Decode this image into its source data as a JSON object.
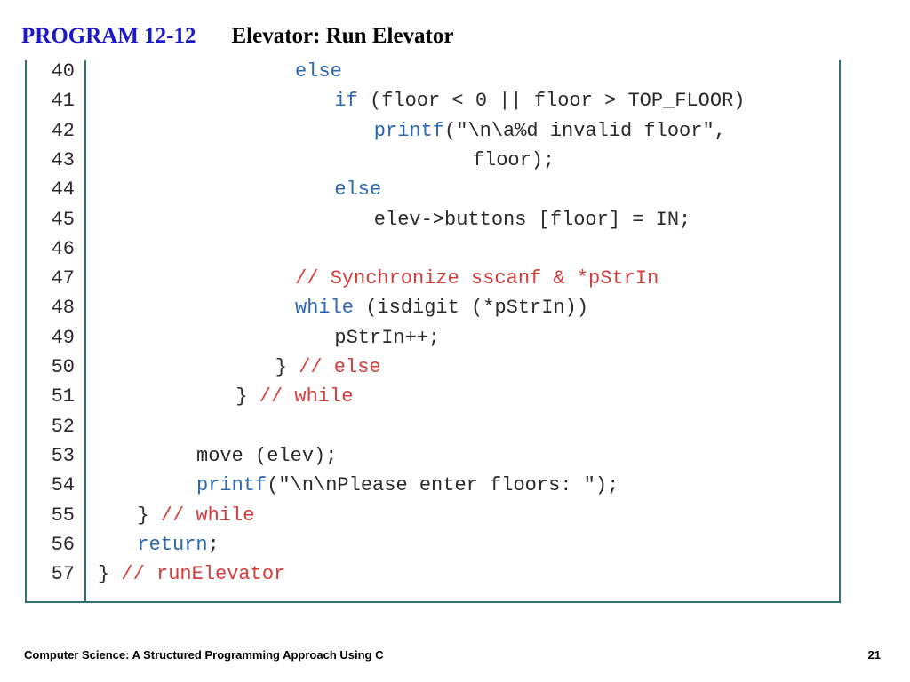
{
  "slide": {
    "program_label": "PROGRAM 12-12",
    "caption": "Elevator: Run Elevator",
    "footer": "Computer Science: A Structured Programming Approach Using C",
    "page_number": "21"
  },
  "code": {
    "lines": [
      {
        "num": "40",
        "indent": 10,
        "tokens": [
          {
            "t": "else",
            "k": "kw"
          }
        ]
      },
      {
        "num": "41",
        "indent": 12,
        "tokens": [
          {
            "t": "if",
            "k": "kw"
          },
          {
            "t": " (floor < 0 || floor > TOP_FLOOR)",
            "k": "tx"
          }
        ]
      },
      {
        "num": "42",
        "indent": 14,
        "tokens": [
          {
            "t": "printf",
            "k": "kw"
          },
          {
            "t": "(\"\\n\\a%d invalid floor\",",
            "k": "tx"
          }
        ]
      },
      {
        "num": "43",
        "indent": 19,
        "tokens": [
          {
            "t": "floor);",
            "k": "tx"
          }
        ]
      },
      {
        "num": "44",
        "indent": 12,
        "tokens": [
          {
            "t": "else",
            "k": "kw"
          }
        ]
      },
      {
        "num": "45",
        "indent": 14,
        "tokens": [
          {
            "t": "elev->buttons [floor] = IN;",
            "k": "tx"
          }
        ]
      },
      {
        "num": "46",
        "indent": 0,
        "tokens": []
      },
      {
        "num": "47",
        "indent": 10,
        "tokens": [
          {
            "t": "// Synchronize sscanf & *pStrIn",
            "k": "cm"
          }
        ]
      },
      {
        "num": "48",
        "indent": 10,
        "tokens": [
          {
            "t": "while",
            "k": "kw"
          },
          {
            "t": " (isdigit (*pStrIn))",
            "k": "tx"
          }
        ]
      },
      {
        "num": "49",
        "indent": 12,
        "tokens": [
          {
            "t": "pStrIn++;",
            "k": "tx"
          }
        ]
      },
      {
        "num": "50",
        "indent": 9,
        "tokens": [
          {
            "t": "} ",
            "k": "tx"
          },
          {
            "t": "// else",
            "k": "cm"
          }
        ]
      },
      {
        "num": "51",
        "indent": 7,
        "tokens": [
          {
            "t": "} ",
            "k": "tx"
          },
          {
            "t": "// while",
            "k": "cm"
          }
        ]
      },
      {
        "num": "52",
        "indent": 0,
        "tokens": []
      },
      {
        "num": "53",
        "indent": 5,
        "tokens": [
          {
            "t": "move (elev);",
            "k": "tx"
          }
        ]
      },
      {
        "num": "54",
        "indent": 5,
        "tokens": [
          {
            "t": "printf",
            "k": "kw"
          },
          {
            "t": "(\"\\n\\nPlease enter floors: \");",
            "k": "tx"
          }
        ]
      },
      {
        "num": "55",
        "indent": 2,
        "tokens": [
          {
            "t": "} ",
            "k": "tx"
          },
          {
            "t": "// while",
            "k": "cm"
          }
        ]
      },
      {
        "num": "56",
        "indent": 2,
        "tokens": [
          {
            "t": "return",
            "k": "kw"
          },
          {
            "t": ";",
            "k": "tx"
          }
        ]
      },
      {
        "num": "57",
        "indent": 0,
        "tokens": [
          {
            "t": "} ",
            "k": "tx"
          },
          {
            "t": "// runElevator",
            "k": "cm"
          }
        ]
      }
    ]
  }
}
